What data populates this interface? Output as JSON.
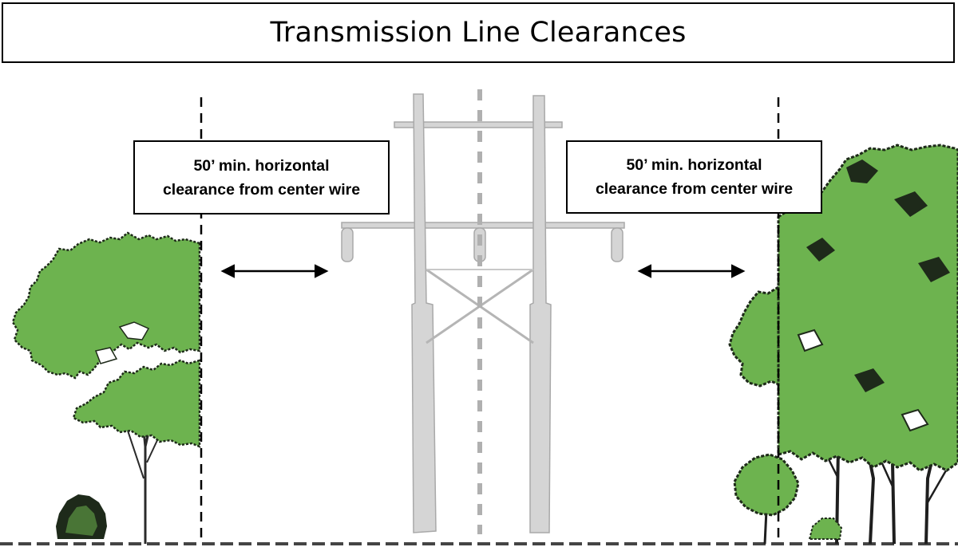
{
  "title": "Transmission Line Clearances",
  "left_label": {
    "line1": "50’ min. horizontal",
    "line2": "clearance from center wire"
  },
  "right_label": {
    "line1": "50’ min. horizontal",
    "line2": "clearance from center wire"
  },
  "colors": {
    "foliage": "#6db34f",
    "foliage_dark": "#1e2a1a",
    "tower": "#d5d5d5",
    "tower_edge": "#a9a9a9",
    "line": "#000000"
  },
  "icons": {
    "left_arrow": "double-headed-arrow-icon",
    "right_arrow": "double-headed-arrow-icon",
    "tower": "transmission-tower-icon",
    "trees": "tree-icon"
  }
}
